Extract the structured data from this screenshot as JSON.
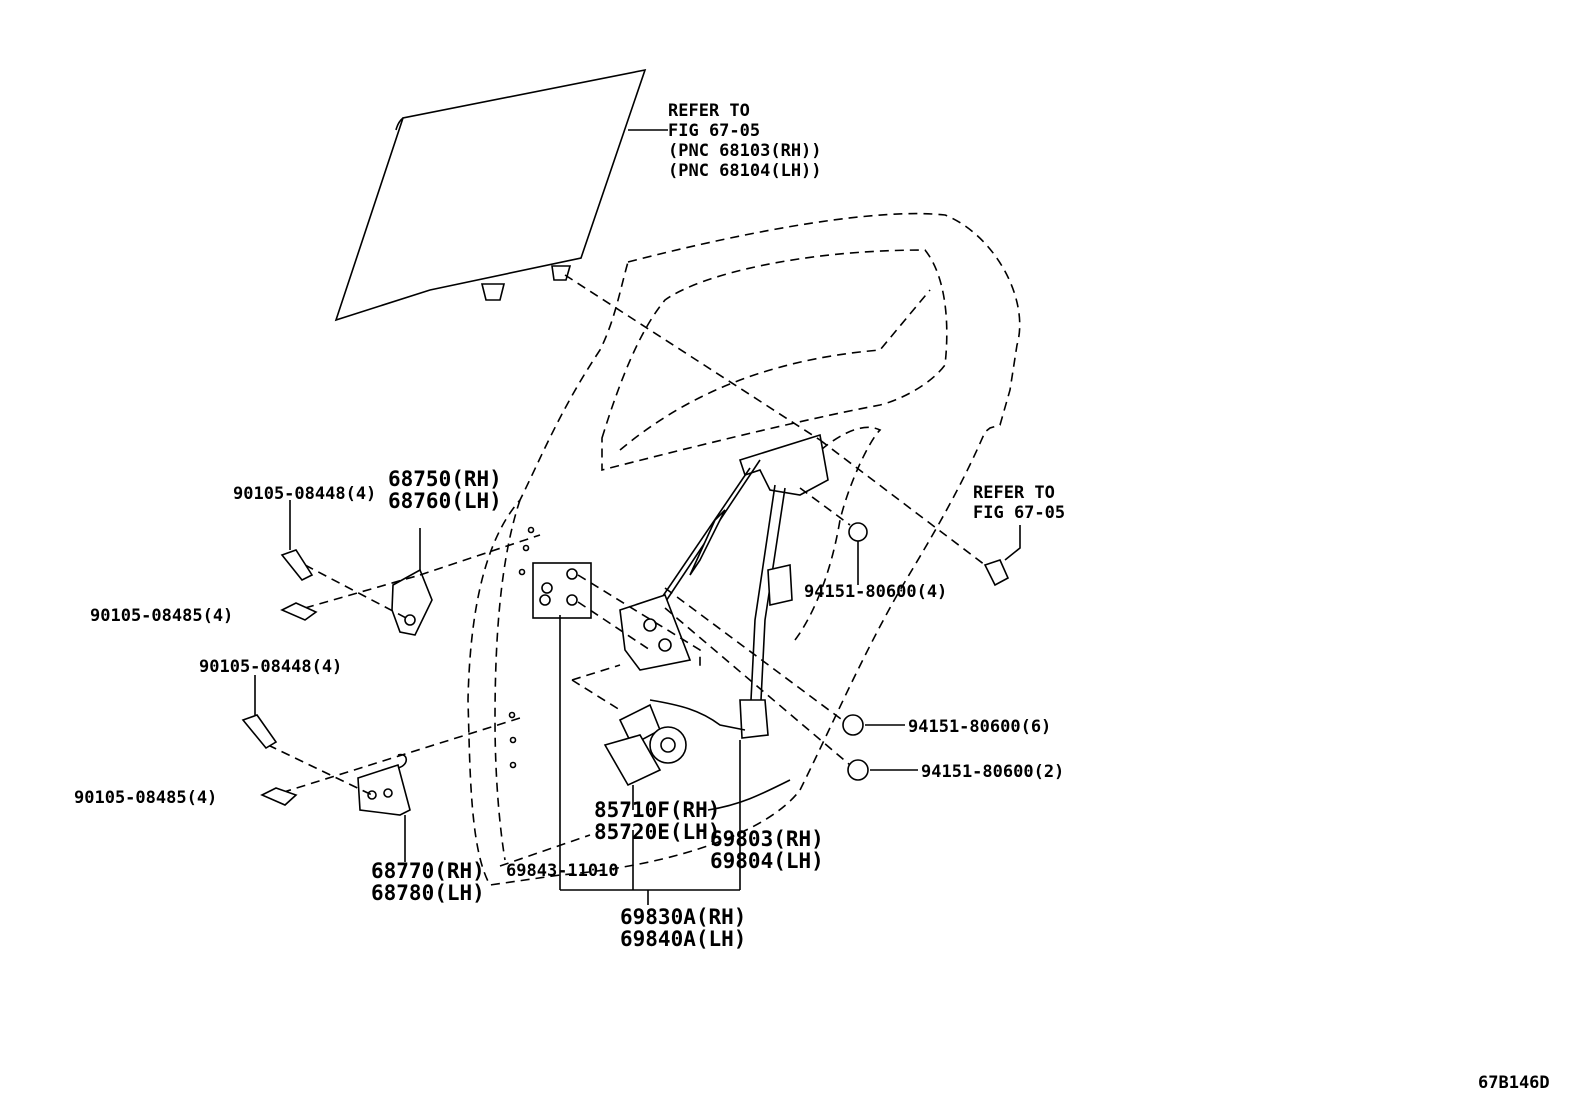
{
  "diagram_id": "67B146D",
  "callouts": {
    "glass_ref": [
      "REFER TO",
      "FIG 67-05",
      "(PNC 68103(RH))",
      "(PNC 68104(LH))"
    ],
    "bolt_ref": [
      "REFER TO",
      "FIG 67-05"
    ],
    "upper_hinge": [
      "68750(RH)",
      "68760(LH)"
    ],
    "lower_hinge": [
      "68770(RH)",
      "68780(LH)"
    ],
    "bolt_upper_a": "90105-08448(4)",
    "bolt_upper_b": "90105-08485(4)",
    "bolt_lower_a": "90105-08448(4)",
    "bolt_lower_b": "90105-08485(4)",
    "nut_4": "94151-80600(4)",
    "nut_6": "94151-80600(6)",
    "nut_2": "94151-80600(2)",
    "motor": [
      "85710F(RH)",
      "85720E(LH)"
    ],
    "regulator": [
      "69803(RH)",
      "69804(LH)"
    ],
    "clip": "69843-11010",
    "assembly": [
      "69830A(RH)",
      "69840A(LH)"
    ]
  }
}
